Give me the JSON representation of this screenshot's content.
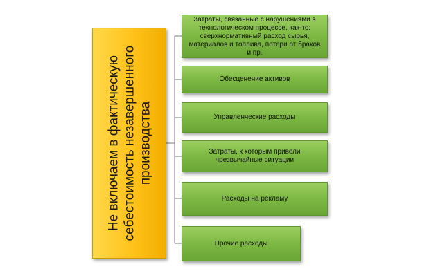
{
  "diagram": {
    "main_label": "Не включаем в фактическую себестоимость незавершенного производства",
    "items": [
      {
        "label": "Затраты, связанные с нарушениями в технологическом процессе, как-то: сверхнормативный расход сырья, материалов и топлива, потери от браков и пр."
      },
      {
        "label": "Обесценение активов"
      },
      {
        "label": "Управленческие расходы"
      },
      {
        "label": "Затраты, к которым привели чрезвычайные ситуации"
      },
      {
        "label": "Расходы на рекламу"
      },
      {
        "label": "Прочие расходы"
      }
    ],
    "colors": {
      "main_fill": "#ffc21a",
      "item_fill": "#7db843",
      "connector": "#7a7a7a"
    }
  }
}
